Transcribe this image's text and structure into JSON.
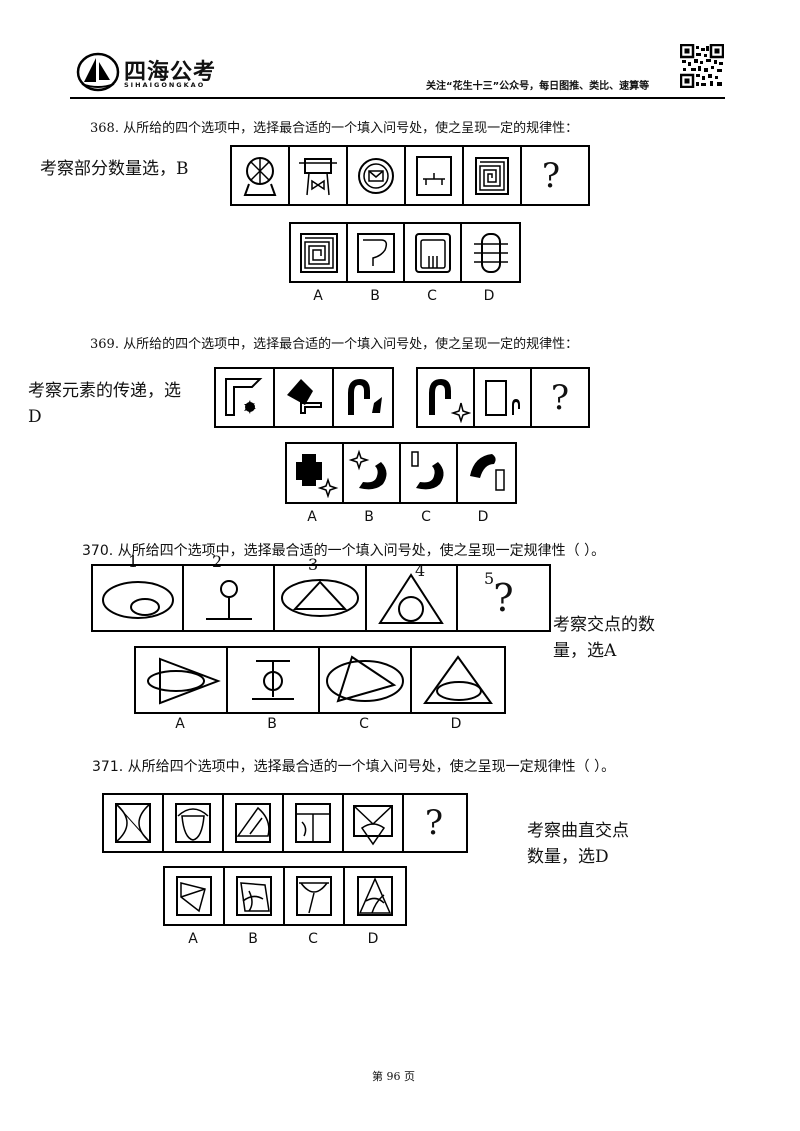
{
  "header": {
    "brand_name": "四海公考",
    "brand_sub": "SIHAIGONGKAO",
    "slogan": "关注“花生十三”公众号，每日图推、类比、速算等"
  },
  "questions": [
    {
      "number_text": "368. 从所给的四个选项中，选择最合适的一个填入问号处，使之呈现一定的规律性：",
      "note": "考察部分数量选，B",
      "question_mark": "?",
      "options": [
        "A",
        "B",
        "C",
        "D"
      ]
    },
    {
      "number_text": "369. 从所给的四个选项中，选择最合适的一个填入问号处，使之呈现一定的规律性：",
      "note_line1": "考察元素的传递，选",
      "note_line2": "D",
      "question_mark": "?",
      "options": [
        "A",
        "B",
        "C",
        "D"
      ]
    },
    {
      "number_text": "370. 从所给四个选项中，选择最合适的一个填入问号处，使之呈现一定规律性（ ）。",
      "handwritten_counts": [
        "1",
        "2",
        "3",
        "4",
        "5"
      ],
      "note_line1": "考察交点的数",
      "note_line2": "量，选A",
      "question_mark": "?",
      "options": [
        "A",
        "B",
        "C",
        "D"
      ]
    },
    {
      "number_text": "371. 从所给四个选项中，选择最合适的一个填入问号处，使之呈现一定规律性（ ）。",
      "note_line1": "考察曲直交点",
      "note_line2": "数量，选D",
      "question_mark": "?",
      "options": [
        "A",
        "B",
        "C",
        "D"
      ]
    }
  ],
  "footer": {
    "page": "第 96 页"
  }
}
